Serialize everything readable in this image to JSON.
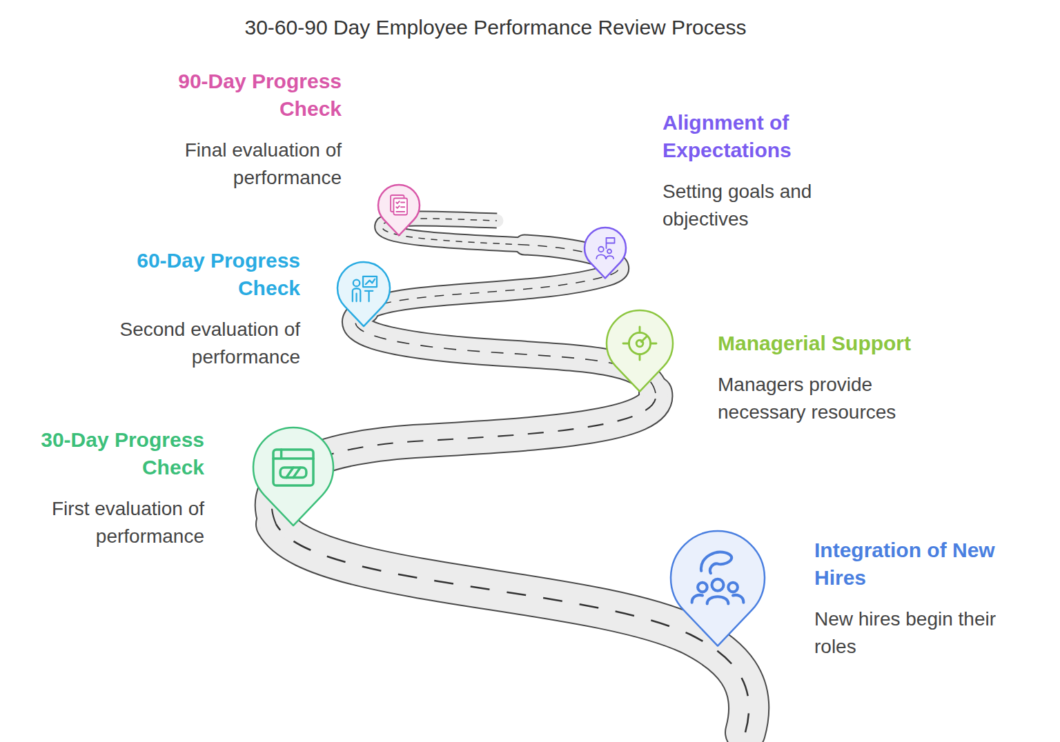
{
  "diagram": {
    "title": "30-60-90 Day Employee Performance Review Process",
    "nodes": [
      {
        "text": [
          "Integration of New Hires",
          "New hires begin their roles"
        ]
      },
      {
        "text": [
          "30-Day Progress Check",
          "First evaluation of performance"
        ]
      },
      {
        "text": [
          "Managerial Support",
          "Managers provide necessary resources"
        ]
      },
      {
        "text": [
          "60-Day Progress Check",
          "Second evaluation of performance"
        ]
      },
      {
        "text": [
          "Alignment of Expectations",
          "Setting goals and objectives"
        ]
      },
      {
        "text": [
          "90-Day Progress Check",
          "Final evaluation of performance"
        ]
      }
    ]
  }
}
